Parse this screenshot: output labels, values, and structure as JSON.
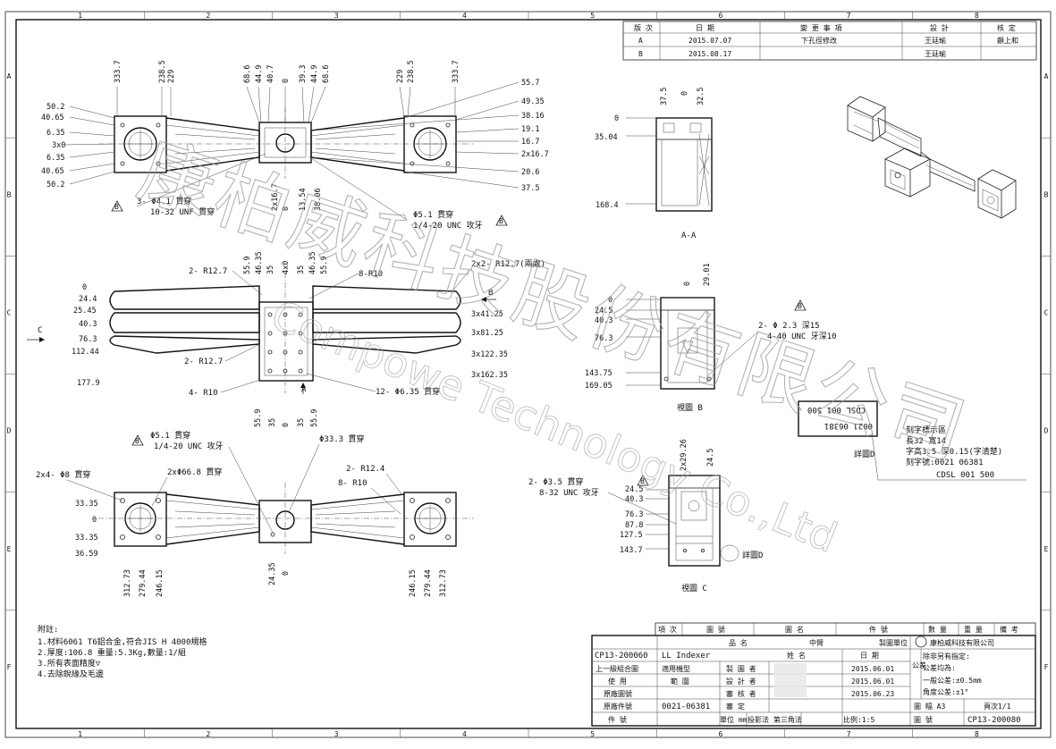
{
  "border": {
    "cols": [
      "1",
      "2",
      "3",
      "4",
      "5",
      "6",
      "7",
      "8"
    ],
    "rows": [
      "A",
      "B",
      "C",
      "D",
      "E",
      "F"
    ]
  },
  "revision_table": {
    "headers": [
      "版 次",
      "日  期",
      "變 更 事 項",
      "設 計",
      "核  定"
    ],
    "rows": [
      [
        "A",
        "2015.07.07",
        "下孔徑修改",
        "王廷瑜",
        "顧上和"
      ],
      [
        "B",
        "2015.08.17",
        "",
        "王廷瑜",
        ""
      ]
    ]
  },
  "watermark": {
    "cn": "康柏威科技股份有限公司",
    "en": "Compowe Technology Co.,Ltd"
  },
  "top_view": {
    "left_dims": [
      "50.2",
      "40.65",
      "6.35",
      "3x0",
      "6.35",
      "40.65",
      "50.2"
    ],
    "top_dims": [
      "333.7",
      "238.5",
      "229",
      "68.6",
      "44.9",
      "40.7",
      "0",
      "39.3",
      "44.9",
      "68.6",
      "229",
      "238.5",
      "333.7"
    ],
    "right_dims": [
      "55.7",
      "49.35",
      "38.16",
      "19.1",
      "16.7",
      "2x16.7",
      "20.6",
      "37.5"
    ],
    "bottom_dims": [
      "2x16.7",
      "0",
      "13.54",
      "38.06"
    ],
    "note1_a": "3- Φ4.1 貫穿",
    "note1_b": "10-32 UNF 貫穿",
    "note2_a": "Φ5.1 貫穿",
    "note2_b": "1/4-20 UNC 攻牙",
    "rev": "B"
  },
  "front_view": {
    "left_dims": [
      "0",
      "24.4",
      "25.45",
      "40.3",
      "76.3",
      "112.44",
      "177.9"
    ],
    "top_dims": [
      "55.9",
      "46.35",
      "35",
      "4x0",
      "35",
      "46.35",
      "55.9"
    ],
    "labels": [
      "2- R12.7",
      "8-R10",
      "2x2- R12.7(兩處)",
      "2- R12.7",
      "4- R10",
      "12- Φ6.35 貫穿"
    ],
    "right_dims": [
      "3x41.25",
      "3x81.25",
      "3x122.35",
      "3x162.35"
    ],
    "bottom_dims": [
      "55.9",
      "35",
      "0",
      "35",
      "55.9"
    ],
    "arrow_b": "B",
    "arrow_c": "C",
    "arrow_a": "A"
  },
  "bottom_view": {
    "note1_a": "Φ5.1 貫穿",
    "note1_b": "1/4-20 UNC 攻牙",
    "note2": "Φ33.3 貫穿",
    "note3": "2x4- Φ8 貫穿",
    "note4": "2xΦ66.8 貫穿",
    "note5": "2- R12.4",
    "note6": "8- R10",
    "left_dims": [
      "33.35",
      "0",
      "33.35",
      "36.59"
    ],
    "bottom_dims": [
      "312.73",
      "279.44",
      "246.15",
      "24.35",
      "0",
      "246.15",
      "279.44",
      "312.73"
    ],
    "rev": "B"
  },
  "section_aa": {
    "top_dims": [
      "37.5",
      "0",
      "32.5"
    ],
    "left_dims": [
      "0",
      "35.04",
      "168.4"
    ],
    "caption": "A-A"
  },
  "view_b": {
    "top_dims": [
      "0",
      "29.01"
    ],
    "left_dims": [
      "0",
      "24.5",
      "40.3",
      "76.3",
      "143.75",
      "169.05"
    ],
    "note_a": "2- Φ 2.3 深15",
    "note_b": "4-40 UNC 牙深10",
    "caption": "視圖 B",
    "rev": "B"
  },
  "view_c": {
    "top_dims": [
      "2x29.26",
      "24.5"
    ],
    "left_dims": [
      "24.5",
      "40.3",
      "76.3",
      "87.8",
      "127.5",
      "143.7"
    ],
    "note_a": "2- Φ3.5 貫穿",
    "note_b": "8-32 UNC 攻牙",
    "detail_ref": "詳圖D",
    "caption": "視圖 C",
    "rev": "B"
  },
  "detail_d": {
    "engrave_1": "CDSL 001 500",
    "engrave_2": "0021 06381",
    "caption": "詳圖D",
    "notes": [
      "刻字標示區",
      "長32 寬14",
      "字高3.5 深0.15(字清楚)",
      "刻字號:0021 06381"
    ],
    "code": "CDSL 001 500"
  },
  "notes": {
    "title": "附註:",
    "lines": [
      "1.材料6061 T6鋁合金,符合JIS H 4000規格",
      "2.厚度:106.8 重量:5.3Kg,數量:1/組",
      "3.所有表面精度▽",
      "4.去除銳緣及毛邊"
    ]
  },
  "title_block": {
    "parts_headers": [
      "項 次",
      "圖  號",
      "圖  名",
      "件  號",
      "數 量",
      "重 量",
      "備 考"
    ],
    "pin_ming": "品  名",
    "pin_value": "中臂",
    "unit_label": "製圖單位",
    "company": "康柏威科技有限公司",
    "drawing_no_left": "CP13-200060",
    "product": "LL Indexer",
    "parent_label": "上一級組合圖",
    "applicable_label": "適用機型",
    "usage_label": "使  用",
    "range_label": "範  圍",
    "orig_drawing": "原廠圖號",
    "orig_part": "原廠件號",
    "part_label": "件  號",
    "orig_part_value": "0021-06381",
    "roles": [
      "製 圖 者",
      "設 計 者",
      "審 核 者",
      "審  定"
    ],
    "name_col": "姓  名",
    "date_col": "日  期",
    "dates": [
      "2015.06.01",
      "2015.06.01",
      "2015.06.23"
    ],
    "unit": "單位 mm",
    "projection": "投影法 第三角法",
    "scale": "比例:1:5",
    "tol_title": "除非另有指定:",
    "tol_2": "公差均為:",
    "tol_3": "一般公差:±0.5mm",
    "tol_4": "角度公差:±1°",
    "tol_side": "公差",
    "size_label": "圖 幅 A3",
    "page": "頁次1/1",
    "dwg_label": "圖  號",
    "dwg_no": "CP13-200080"
  }
}
